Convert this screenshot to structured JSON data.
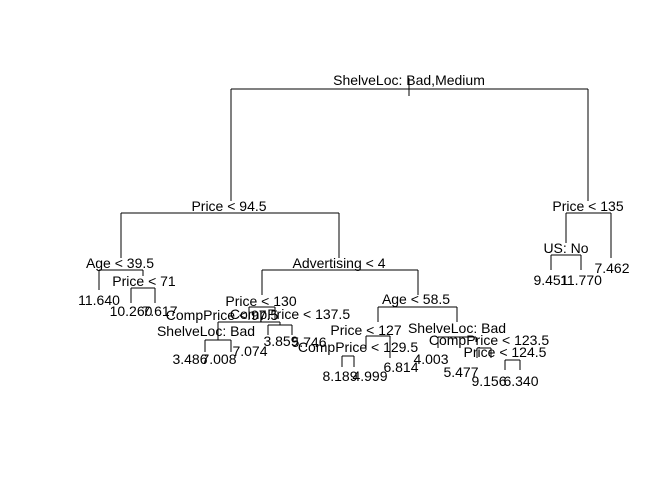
{
  "tree": {
    "splits": [
      {
        "id": "root",
        "label": "ShelveLoc: Bad,Medium"
      },
      {
        "id": "price945",
        "label": "Price < 94.5"
      },
      {
        "id": "price135",
        "label": "Price < 135"
      },
      {
        "id": "age395",
        "label": "Age < 39.5"
      },
      {
        "id": "adv4",
        "label": "Advertising < 4"
      },
      {
        "id": "usno",
        "label": "US: No"
      },
      {
        "id": "price71",
        "label": "Price < 71"
      },
      {
        "id": "price130",
        "label": "Price < 130"
      },
      {
        "id": "age585",
        "label": "Age < 58.5"
      },
      {
        "id": "comp1",
        "label": "CompPrice < 97.5"
      },
      {
        "id": "comp1375",
        "label": "CompPrice < 137.5"
      },
      {
        "id": "price127",
        "label": "Price < 127"
      },
      {
        "id": "shelvebad2",
        "label": "ShelveLoc: Bad"
      },
      {
        "id": "shelvebad1",
        "label": "ShelveLoc: Bad"
      },
      {
        "id": "comp1295",
        "label": "CompPrice < 129.5"
      },
      {
        "id": "comp1235",
        "label": "CompPrice < 123.5"
      },
      {
        "id": "price1245",
        "label": "Price < 124.5"
      }
    ],
    "leaves": [
      {
        "id": "l1",
        "value": "11.640"
      },
      {
        "id": "l2",
        "value": "10.260"
      },
      {
        "id": "l3",
        "value": "7.617"
      },
      {
        "id": "l4",
        "value": "3.486"
      },
      {
        "id": "l5",
        "value": "7.008"
      },
      {
        "id": "l6",
        "value": "7.074"
      },
      {
        "id": "l7",
        "value": "3.859"
      },
      {
        "id": "l8",
        "value": "5.746"
      },
      {
        "id": "l9",
        "value": "8.189"
      },
      {
        "id": "l10",
        "value": "4.999"
      },
      {
        "id": "l11",
        "value": "6.814"
      },
      {
        "id": "l12",
        "value": "4.003"
      },
      {
        "id": "l13",
        "value": "5.477"
      },
      {
        "id": "l14",
        "value": "9.156"
      },
      {
        "id": "l15",
        "value": "6.340"
      },
      {
        "id": "l16",
        "value": "9.451"
      },
      {
        "id": "l17",
        "value": "11.770"
      },
      {
        "id": "l18",
        "value": "7.462"
      }
    ]
  }
}
